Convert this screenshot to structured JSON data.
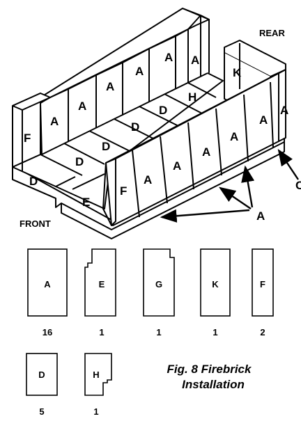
{
  "labels": {
    "rear": "REAR",
    "front": "FRONT",
    "c_callout": "C",
    "a_callout": "A"
  },
  "brick_letters": {
    "a": "A",
    "d": "D",
    "e": "E",
    "f": "F",
    "h": "H",
    "k": "K"
  },
  "legend": [
    {
      "code": "A",
      "count": "16"
    },
    {
      "code": "E",
      "count": "1"
    },
    {
      "code": "G",
      "count": "1"
    },
    {
      "code": "K",
      "count": "1"
    },
    {
      "code": "F",
      "count": "2"
    },
    {
      "code": "D",
      "count": "5"
    },
    {
      "code": "H",
      "count": "1"
    }
  ],
  "caption": {
    "line1": "Fig. 8 Firebrick",
    "line2": "Installation"
  }
}
